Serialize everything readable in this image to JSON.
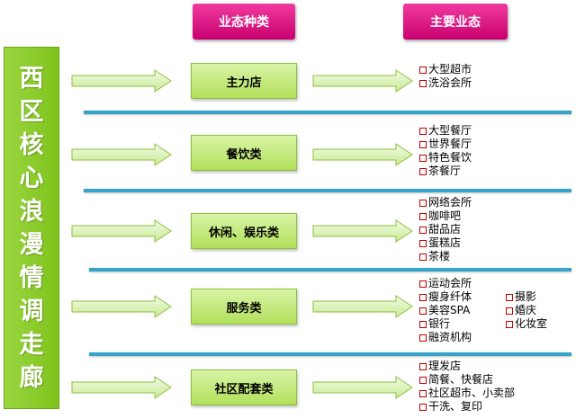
{
  "headers": {
    "category": "业态种类",
    "formats": "主要业态"
  },
  "title_chars": [
    "西",
    "区",
    "核",
    "心",
    "浪",
    "漫",
    "情",
    "调",
    "走",
    "廊"
  ],
  "colors": {
    "header_magenta": "#e0127f",
    "title_green": "#8ccf2c",
    "category_green": "#c4ea7e",
    "divider_blue": "#35a4c8",
    "bullet_red": "#c00000"
  },
  "rows": [
    {
      "category": "主力店",
      "formats": [
        "大型超市",
        "洗浴会所"
      ]
    },
    {
      "category": "餐饮类",
      "formats": [
        "大型餐厅",
        "世界餐厅",
        "特色餐饮",
        "茶餐厅"
      ]
    },
    {
      "category": "休闲、娱乐类",
      "formats": [
        "网络会所",
        "咖啡吧",
        "甜品店",
        "蛋糕店",
        "茶楼"
      ]
    },
    {
      "category": "服务类",
      "formats": [
        "运动会所",
        "瘦身纤体",
        "美容SPA",
        "银行",
        "融资机构"
      ],
      "formats_extra": [
        "摄影",
        "婚庆",
        "化妆室"
      ]
    },
    {
      "category": "社区配套类",
      "formats": [
        "理发店",
        "简餐、快餐店",
        "社区超市、小卖部",
        "干洗、复印"
      ]
    }
  ]
}
